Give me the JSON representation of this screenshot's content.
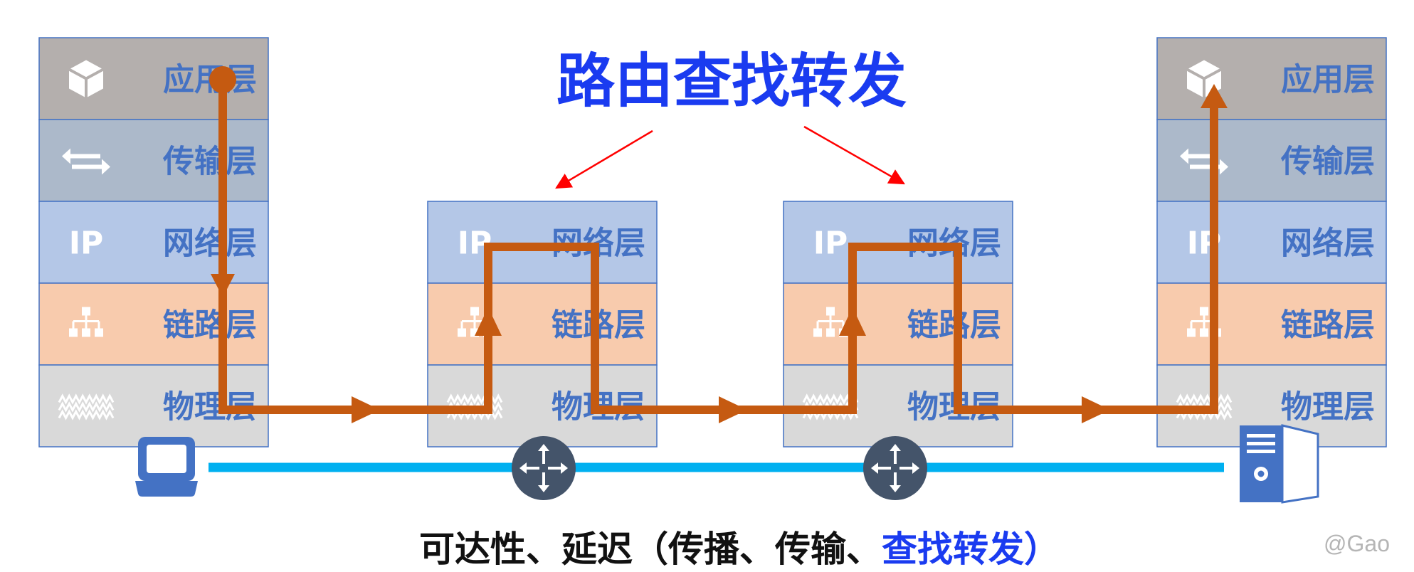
{
  "title": "路由查找转发",
  "colors": {
    "app": "#b4afad",
    "transport": "#acb9ca",
    "network": "#b4c7e7",
    "link": "#f8cbad",
    "physical": "#d9d9d9",
    "stack_border": "#4472c4",
    "label": "#4472c4",
    "path": "#c55a11",
    "wire": "#00b0f0",
    "router": "#44546a",
    "device": "#4472c4",
    "highlight": "#1a3bf0",
    "pointer": "#ff0000"
  },
  "stacks": [
    {
      "name": "host-left",
      "layers": [
        {
          "key": "app",
          "label": "应用层",
          "icon": "cube-icon"
        },
        {
          "key": "transport",
          "label": "传输层",
          "icon": "exchange-arrows-icon"
        },
        {
          "key": "network",
          "label": "网络层",
          "icon": "ip-icon",
          "icon_text": "IP"
        },
        {
          "key": "link",
          "label": "链路层",
          "icon": "network-hierarchy-icon"
        },
        {
          "key": "physical",
          "label": "物理层",
          "icon": "wave-pattern-icon"
        }
      ]
    },
    {
      "name": "router-1",
      "layers": [
        {
          "key": "network",
          "label": "网络层",
          "icon": "ip-icon",
          "icon_text": "IP"
        },
        {
          "key": "link",
          "label": "链路层",
          "icon": "network-hierarchy-icon"
        },
        {
          "key": "physical",
          "label": "物理层",
          "icon": "wave-pattern-icon"
        }
      ]
    },
    {
      "name": "router-2",
      "layers": [
        {
          "key": "network",
          "label": "网络层",
          "icon": "ip-icon",
          "icon_text": "IP"
        },
        {
          "key": "link",
          "label": "链路层",
          "icon": "network-hierarchy-icon"
        },
        {
          "key": "physical",
          "label": "物理层",
          "icon": "wave-pattern-icon"
        }
      ]
    },
    {
      "name": "host-right",
      "layers": [
        {
          "key": "app",
          "label": "应用层",
          "icon": "cube-icon"
        },
        {
          "key": "transport",
          "label": "传输层",
          "icon": "exchange-arrows-icon"
        },
        {
          "key": "network",
          "label": "网络层",
          "icon": "ip-icon",
          "icon_text": "IP"
        },
        {
          "key": "link",
          "label": "链路层",
          "icon": "network-hierarchy-icon"
        },
        {
          "key": "physical",
          "label": "物理层",
          "icon": "wave-pattern-icon"
        }
      ]
    }
  ],
  "devices": {
    "left": "laptop-icon",
    "right": "server-icon",
    "middle": [
      "router-icon",
      "router-icon"
    ]
  },
  "caption": {
    "prefix": "可达性、延迟（传播、传输、",
    "highlight": "查找转发",
    "suffix": "）"
  },
  "watermark": "@Gao"
}
